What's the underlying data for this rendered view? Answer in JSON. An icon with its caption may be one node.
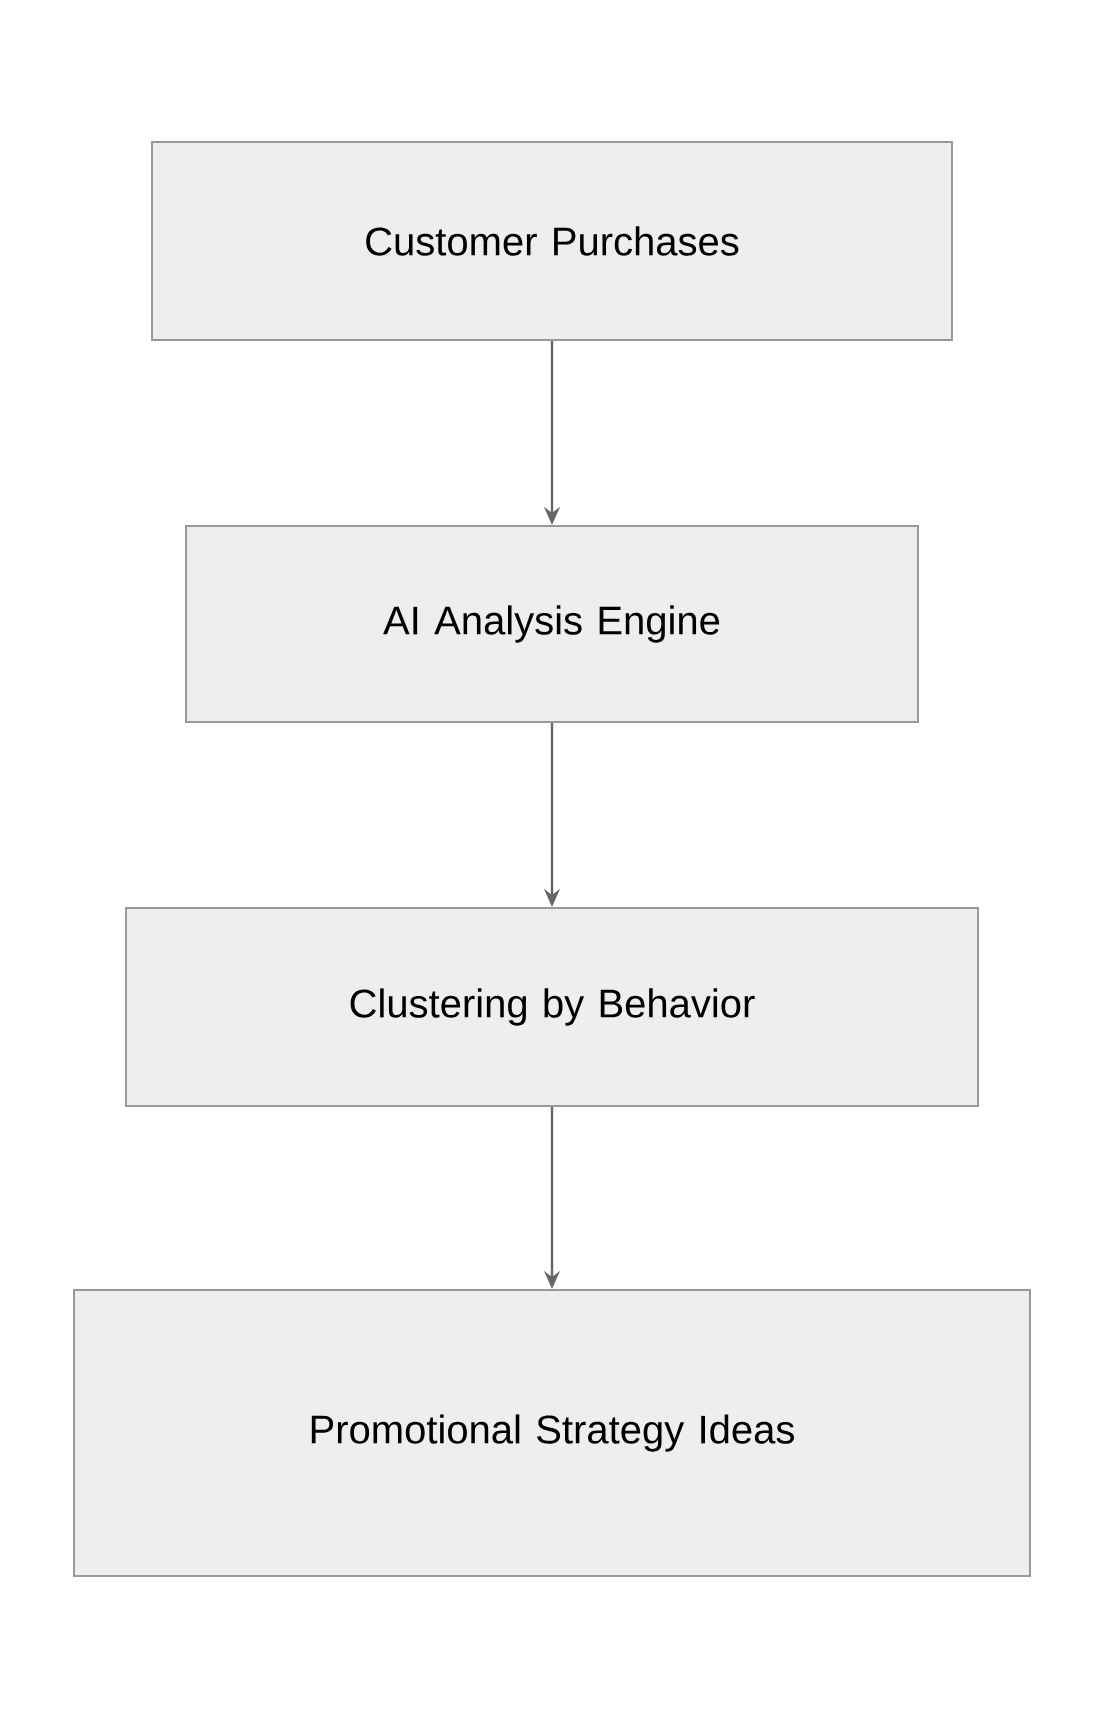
{
  "diagram": {
    "nodes": [
      {
        "text": [
          "Customer Purchases"
        ]
      },
      {
        "text": [
          "AI Analysis Engine"
        ]
      },
      {
        "text": [
          "Clustering by Behavior"
        ]
      },
      {
        "text": [
          "Promotional Strategy Ideas"
        ]
      }
    ],
    "edges": [
      {
        "from": 0,
        "to": 1,
        "arrow": "to"
      },
      {
        "from": 1,
        "to": 2,
        "arrow": "to"
      },
      {
        "from": 2,
        "to": 3,
        "arrow": "to"
      }
    ]
  }
}
